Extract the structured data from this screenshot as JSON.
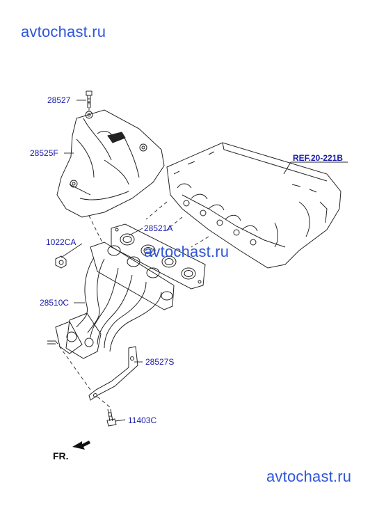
{
  "watermarks": {
    "top": "avtochast.ru",
    "middle": "avtochast.ru",
    "bottom": "avtochast.ru"
  },
  "ref_label": "REF.20-221B",
  "direction_label": "FR.",
  "parts": [
    {
      "number": "28527"
    },
    {
      "number": "28525F"
    },
    {
      "number": "28521A"
    },
    {
      "number": "1022CA"
    },
    {
      "number": "28510C"
    },
    {
      "number": "28527S"
    },
    {
      "number": "11403C"
    }
  ],
  "colors": {
    "label_text": "#1a1aa8",
    "watermark": "#2f55d8",
    "line_art": "#222222"
  }
}
